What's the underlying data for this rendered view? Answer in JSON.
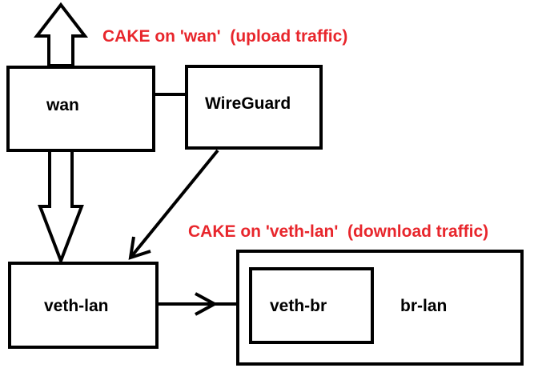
{
  "annotations": {
    "wan": "CAKE on 'wan'  (upload traffic)",
    "veth_lan": "CAKE on 'veth-lan'  (download traffic)"
  },
  "nodes": {
    "wan": "wan",
    "wireguard": "WireGuard",
    "veth_lan": "veth-lan",
    "veth_br": "veth-br",
    "br_lan": "br-lan"
  },
  "colors": {
    "annotation": "#e8262c",
    "stroke": "#000000",
    "background": "#ffffff"
  }
}
